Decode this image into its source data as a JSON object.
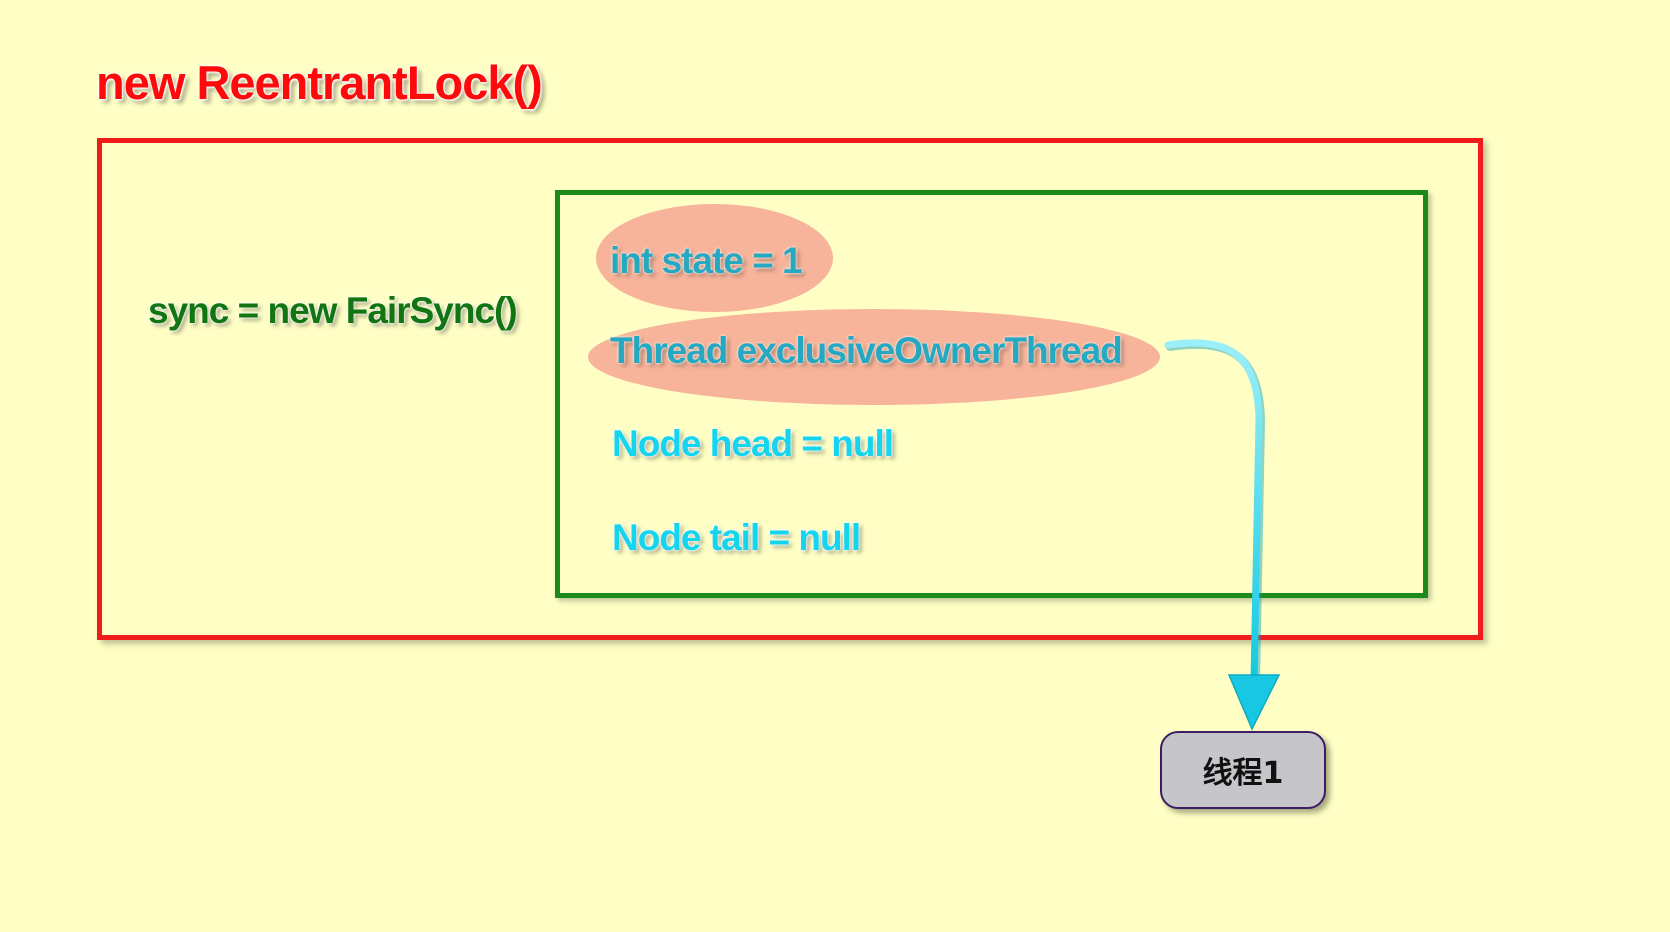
{
  "diagram": {
    "title": "new ReentrantLock()",
    "sync_label": "sync = new FairSync()",
    "fields": {
      "state": "int state = 1",
      "owner": "Thread exclusiveOwnerThread",
      "head": "Node head = null",
      "tail": "Node tail = null"
    },
    "thread_node": "线程1"
  },
  "colors": {
    "background": "#FFFFC5",
    "lock_box": "#F21B1B",
    "sync_box": "#1A8A1A",
    "highlight": "#F7B49A",
    "field_text": "#15D4EE",
    "arrow": "#1CCCE6",
    "thread_box": "#C6C6CA"
  }
}
